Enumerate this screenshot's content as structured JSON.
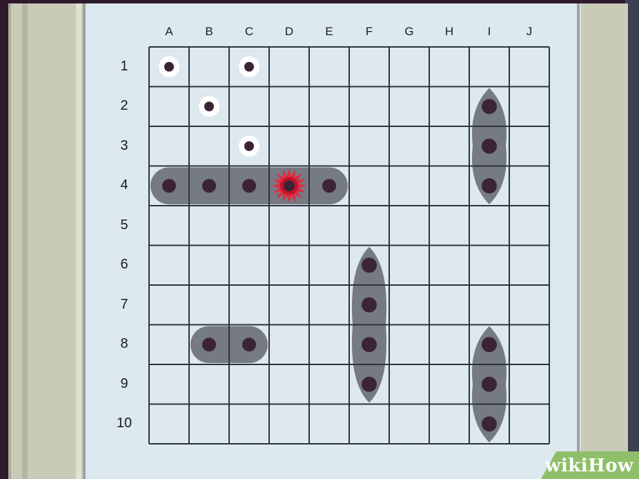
{
  "board": {
    "columns": [
      "A",
      "B",
      "C",
      "D",
      "E",
      "F",
      "G",
      "H",
      "I",
      "J"
    ],
    "rows": [
      "1",
      "2",
      "3",
      "4",
      "5",
      "6",
      "7",
      "8",
      "9",
      "10"
    ]
  },
  "ships": [
    {
      "name": "ship-row-4",
      "cells": [
        "A4",
        "B4",
        "C4",
        "D4",
        "E4"
      ],
      "orientation": "horizontal"
    },
    {
      "name": "ship-col-i-top",
      "cells": [
        "I2",
        "I3",
        "I4"
      ],
      "orientation": "vertical"
    },
    {
      "name": "ship-col-f",
      "cells": [
        "F6",
        "F7",
        "F8",
        "F9"
      ],
      "orientation": "vertical"
    },
    {
      "name": "ship-row-8",
      "cells": [
        "B8",
        "C8"
      ],
      "orientation": "horizontal"
    },
    {
      "name": "ship-col-i-bottom",
      "cells": [
        "I8",
        "I9",
        "I10"
      ],
      "orientation": "vertical"
    }
  ],
  "misses": [
    "A1",
    "C1",
    "B2",
    "C3"
  ],
  "hits": [
    "D4"
  ],
  "colors": {
    "grid_line": "#2b3240",
    "ship": "#767a82",
    "peg": "#3a2436",
    "miss_ring": "#ffffff",
    "hit": "#e8263c"
  },
  "watermark": {
    "brand_part1": "wiki",
    "brand_part2": "How"
  }
}
